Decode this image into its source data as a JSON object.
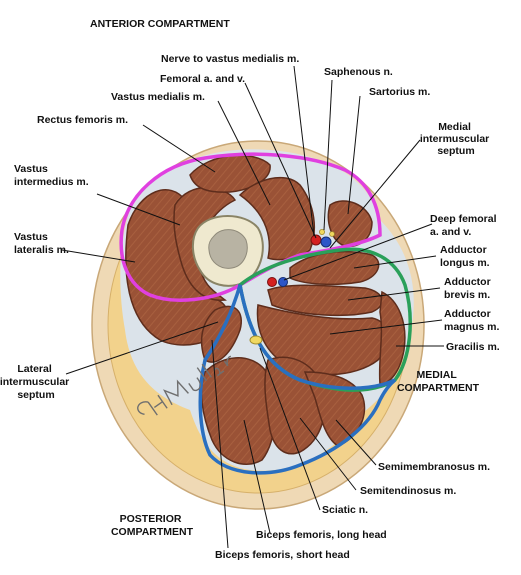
{
  "compartments": {
    "anterior": "ANTERIOR COMPARTMENT",
    "medial": [
      "MEDIAL",
      "COMPARTMENT"
    ],
    "posterior": [
      "POSTERIOR",
      "COMPARTMENT"
    ]
  },
  "labels": {
    "nerve_vastus_medialis": "Nerve to vastus medialis m.",
    "saphenous": "Saphenous n.",
    "femoral_av": "Femoral a. and v.",
    "sartorius": "Sartorius m.",
    "vastus_medialis": "Vastus medialis m.",
    "rectus_femoris": "Rectus femoris m.",
    "medial_septum": [
      "Medial",
      "intermuscular",
      "septum"
    ],
    "vastus_intermedius": [
      "Vastus",
      "intermedius m."
    ],
    "deep_femoral": [
      "Deep femoral",
      "a. and v."
    ],
    "vastus_lateralis": [
      "Vastus",
      "lateralis m."
    ],
    "adductor_longus": [
      "Adductor",
      "longus m."
    ],
    "adductor_brevis": [
      "Adductor",
      "brevis m."
    ],
    "adductor_magnus": [
      "Adductor",
      "magnus m."
    ],
    "gracilis": "Gracilis m.",
    "lateral_septum": [
      "Lateral",
      "intermuscular",
      "septum"
    ],
    "semimembranosus": "Semimembranosus m.",
    "semitendinosus": "Semitendinosus m.",
    "sciatic": "Sciatic n.",
    "biceps_long": "Biceps femoris, long head",
    "biceps_short": "Biceps femoris, short head"
  },
  "signature": "CHMüller",
  "colors": {
    "skin": "#efd9b5",
    "fat": "#f2d28c",
    "muscle": "#9a5236",
    "muscle_edge": "#5e2d1c",
    "fascia_anterior": "#e040e0",
    "fascia_medial": "#2aa05a",
    "fascia_posterior": "#2a6fc0",
    "bone": "#efe9cf",
    "marrow": "#b8b3a3",
    "artery": "#d42020",
    "vein": "#2c56c8",
    "nerve": "#f0d860"
  }
}
